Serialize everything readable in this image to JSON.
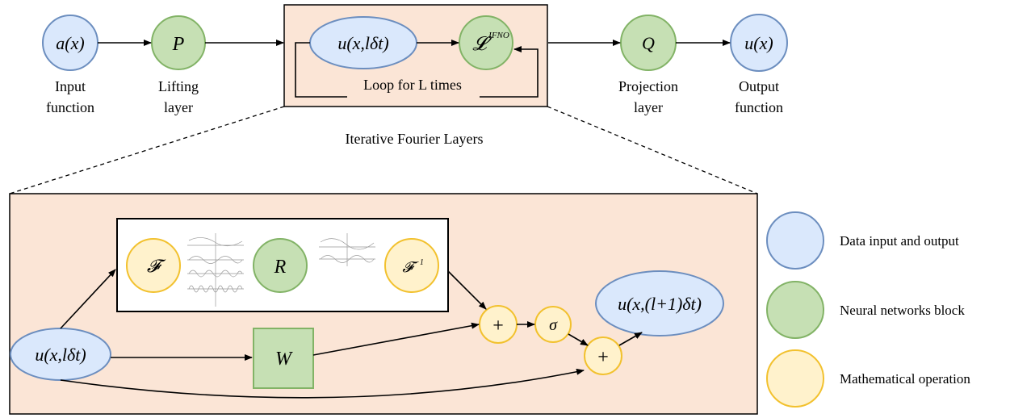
{
  "top_row": {
    "input_node": "a(x)",
    "input_caption": [
      "Input",
      "function"
    ],
    "lifting_node": "P",
    "lifting_caption": [
      "Lifting",
      "layer"
    ],
    "loop_state_node": "u(x,lδt)",
    "loop_operator_node": "𝓛",
    "loop_operator_sup": "IFNO",
    "loop_caption": "Loop for L times",
    "projection_node": "Q",
    "projection_caption": [
      "Projection",
      "layer"
    ],
    "output_node": "u(x)",
    "output_caption": [
      "Output",
      "function"
    ],
    "section_caption": "Iterative Fourier Layers"
  },
  "detail": {
    "state_in": "u(x,lδt)",
    "fourier": "𝓕",
    "spectral_weight": "R",
    "inverse_fourier": "𝓕",
    "inverse_sup": "−1",
    "linear_weight": "W",
    "plus_1": "+",
    "activation": "σ",
    "plus_2": "+",
    "state_out": "u(x,(l+1)δt)"
  },
  "legend": [
    {
      "label": "Data input and output",
      "fill": "#dae8fc",
      "stroke": "#6c8ebf"
    },
    {
      "label": "Neural networks block",
      "fill": "#c6e0b4",
      "stroke": "#82b366"
    },
    {
      "label": "Mathematical operation",
      "fill": "#fff2cc",
      "stroke": "#f2c12e"
    }
  ],
  "colors": {
    "data_fill": "#dae8fc",
    "data_stroke": "#6c8ebf",
    "nn_fill": "#c6e0b4",
    "nn_stroke": "#82b366",
    "math_fill": "#fff2cc",
    "math_stroke": "#f2c12e",
    "panel_fill": "#fbe5d6"
  }
}
